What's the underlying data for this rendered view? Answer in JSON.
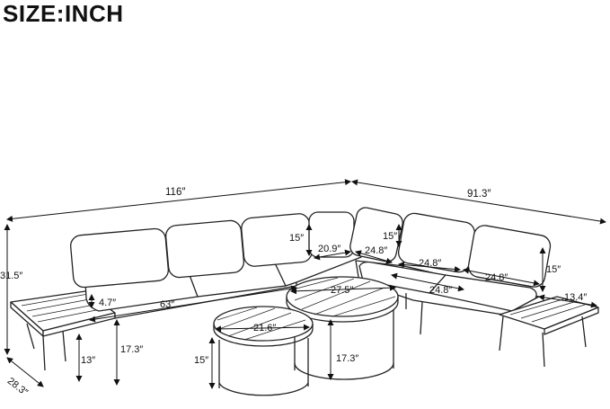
{
  "title": "SIZE:INCH",
  "dimensions": {
    "total_length": "116″",
    "right_length": "91.3″",
    "height": "31.5″",
    "depth": "28.3″",
    "sofa_length": "63″",
    "arm_height": "4.7″",
    "seat_height": "17.3″",
    "leg_height": "13″",
    "back_height_left": "15″",
    "corner_width": "20.9″",
    "corner_seat_a": "24.8″",
    "back_height_corner": "15″",
    "seat_b": "24.8″",
    "seat_c": "24.8″",
    "seat_d": "24.8″",
    "back_height_right": "15″",
    "side_table_depth": "13.4″",
    "large_table_dia": "27.5″",
    "large_table_height": "17.3″",
    "small_table_dia": "21.6″",
    "small_table_height": "15″"
  }
}
